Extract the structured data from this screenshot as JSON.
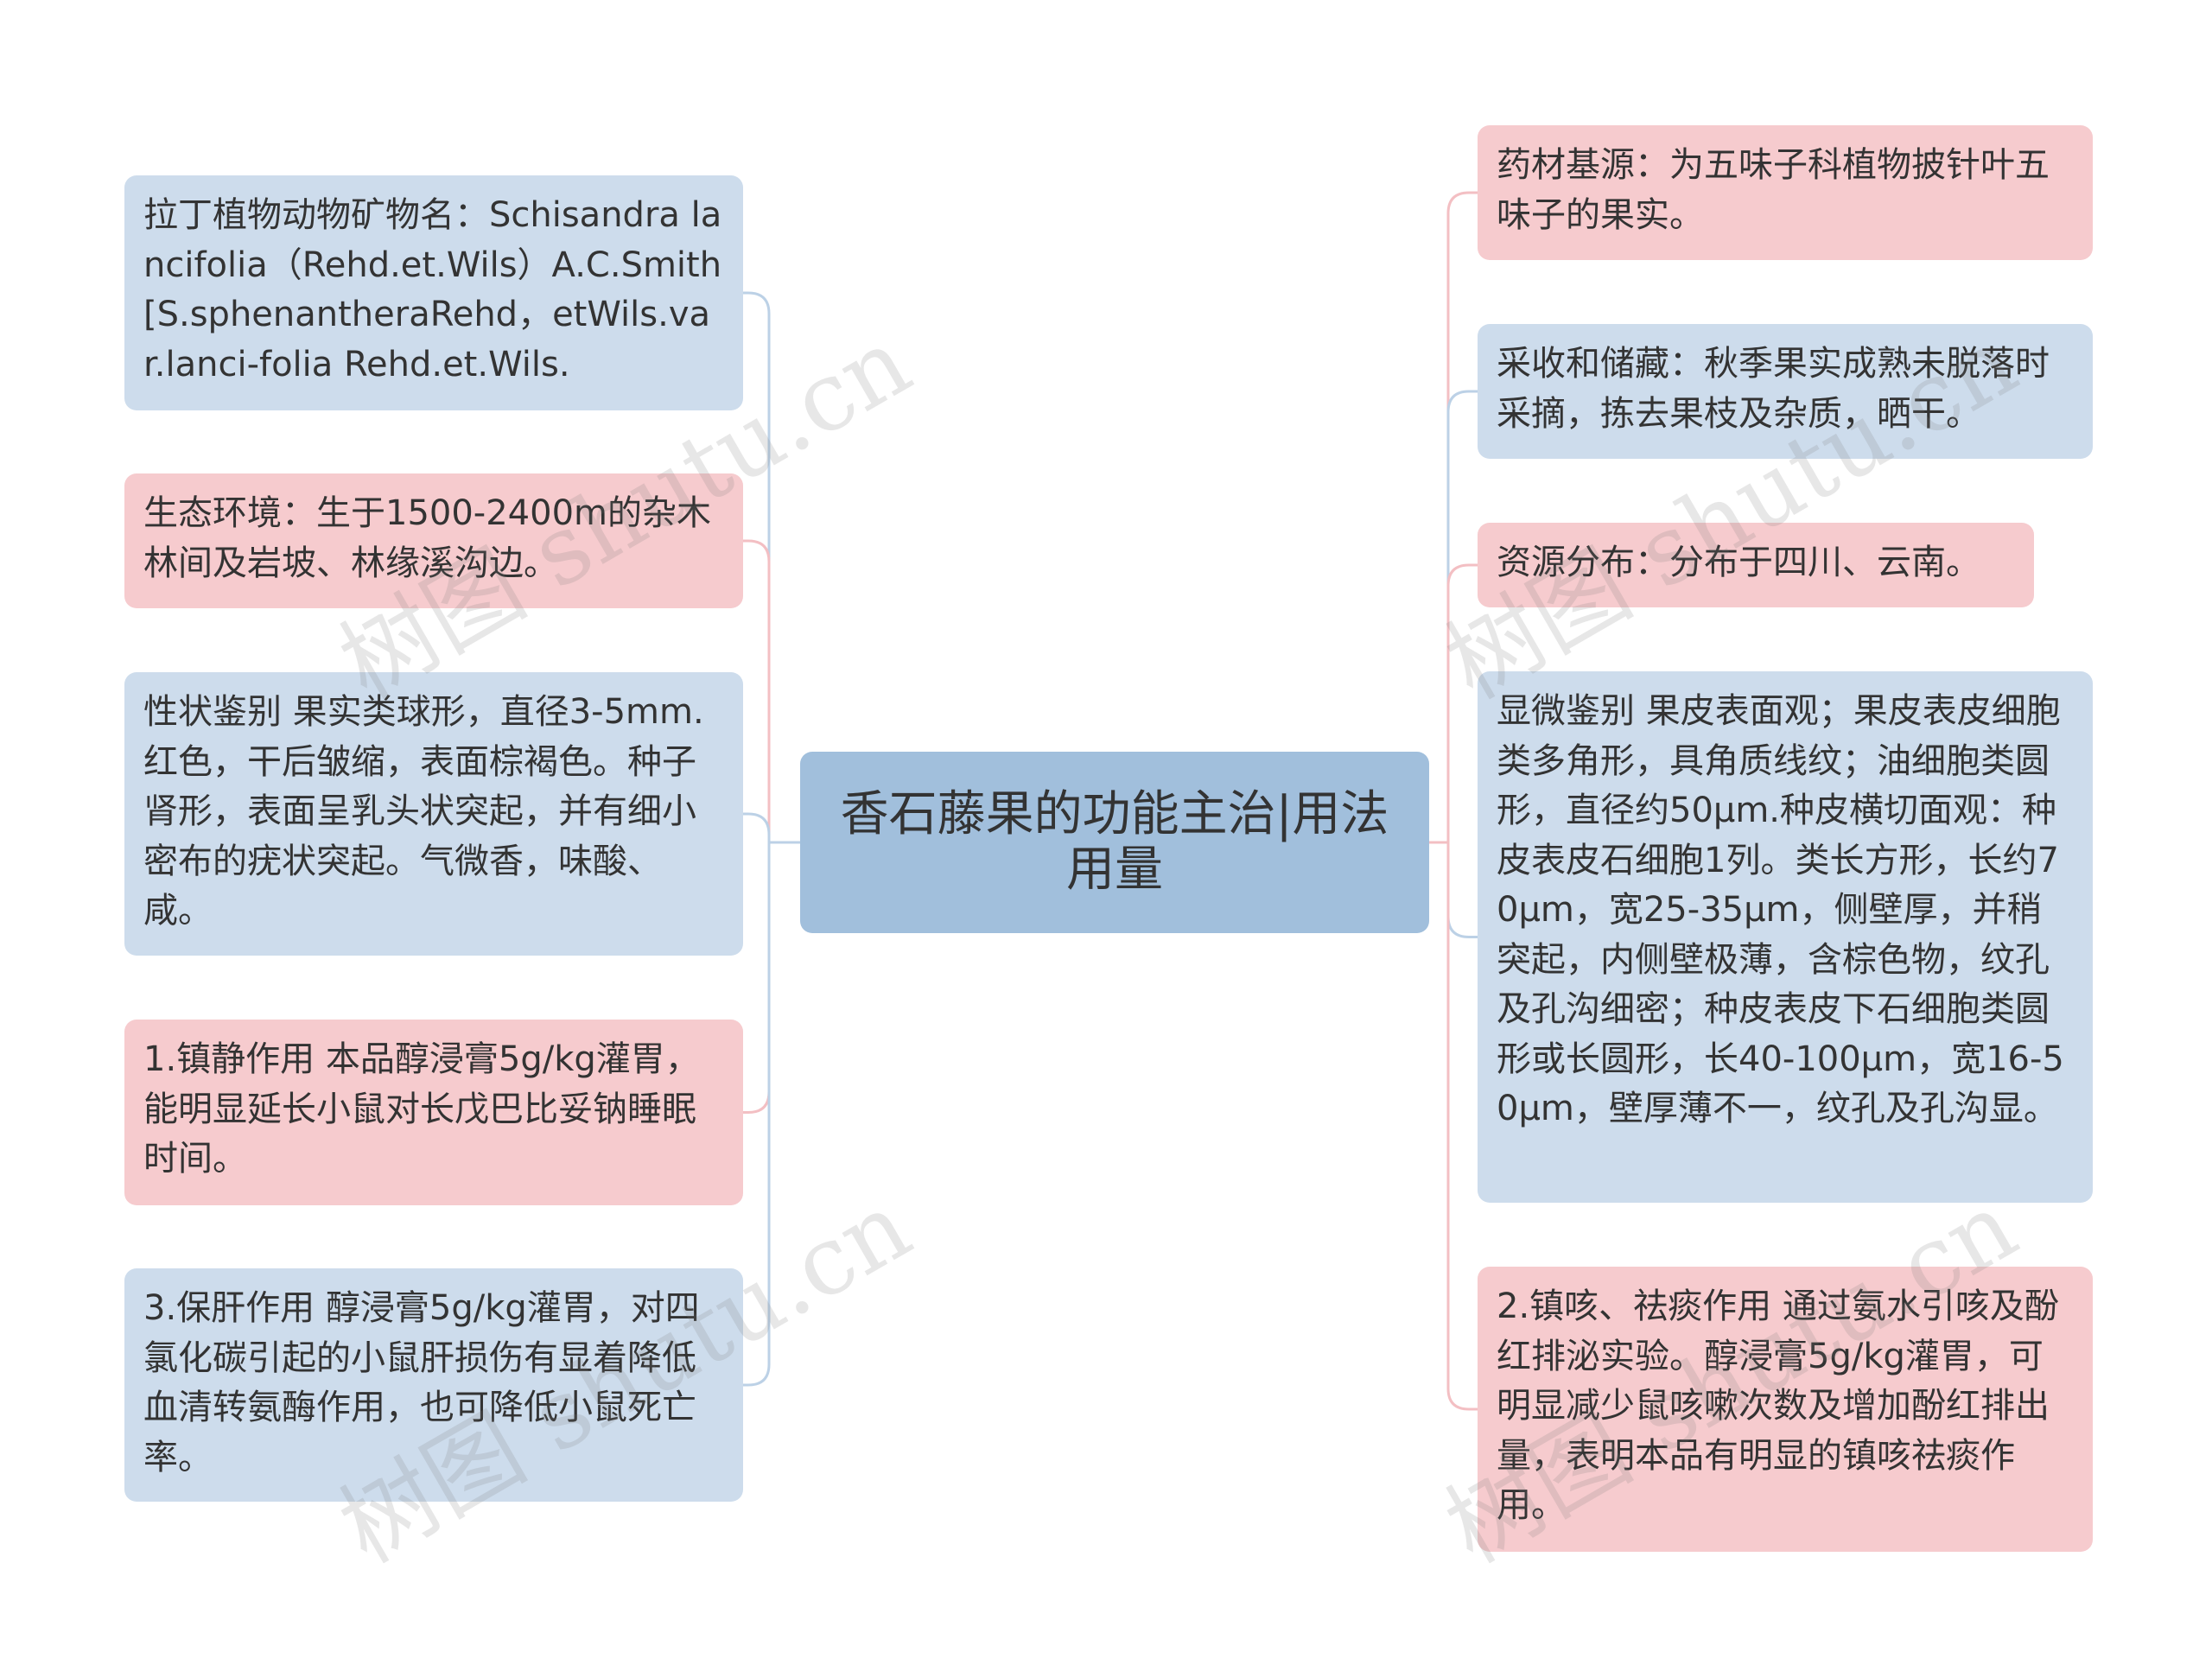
{
  "colors": {
    "center": "#a1bfdc",
    "blue": "#cddcec",
    "pink": "#f6cbce",
    "line_blue": "#bcd1e6",
    "line_pink": "#f3bfc3"
  },
  "center": {
    "text": "香石藤果的功能主治|用法用量"
  },
  "left": [
    {
      "text": "拉丁植物动物矿物名：Schisandra lancifolia（Rehd.et.Wils）A.C.Smith[S.sphenantheraRehd，etWils.var.lanci-folia Rehd.et.Wils."
    },
    {
      "text": "生态环境：生于1500-2400m的杂木林间及岩坡、林缘溪沟边。"
    },
    {
      "text": "性状鉴别 果实类球形，直径3-5mm.红色，干后皱缩，表面棕褐色。种子肾形，表面呈乳头状突起，并有细小密布的疣状突起。气微香，味酸、咸。"
    },
    {
      "text": "1.镇静作用 本品醇浸膏5g/kg灌胃，能明显延长小鼠对长戊巴比妥钠睡眠时间。"
    },
    {
      "text": "3.保肝作用 醇浸膏5g/kg灌胃，对四氯化碳引起的小鼠肝损伤有显着降低血清转氨酶作用，也可降低小鼠死亡率。"
    }
  ],
  "right": [
    {
      "text": "药材基源：为五味子科植物披针叶五味子的果实。"
    },
    {
      "text": "采收和储藏：秋季果实成熟未脱落时采摘，拣去果枝及杂质，晒干。"
    },
    {
      "text": "资源分布：分布于四川、云南。"
    },
    {
      "text": "显微鉴别 果皮表面观；果皮表皮细胞类多角形，具角质线纹；油细胞类圆形，直径约50μm.种皮横切面观：种皮表皮石细胞1列。类长方形，长约70μm，宽25-35μm，侧壁厚，并稍突起，内侧壁极薄，含棕色物，纹孔及孔沟细密；种皮表皮下石细胞类圆形或长圆形，长40-100μm，宽16-50μm，壁厚薄不一，纹孔及孔沟显。"
    },
    {
      "text": "2.镇咳、祛痰作用 通过氨水引咳及酚红排泌实验。醇浸膏5g/kg灌胃，可明显减少鼠咳嗽次数及增加酚红排出量，表明本品有明显的镇咳祛痰作用。"
    }
  ],
  "watermark": {
    "text": "树图 shutu.cn"
  }
}
